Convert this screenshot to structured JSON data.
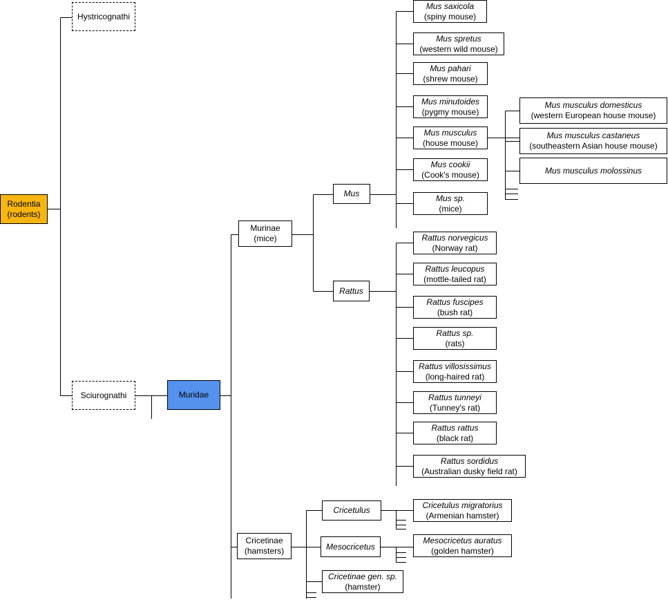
{
  "colors": {
    "root": "#f7b512",
    "highlight": "#5592ee",
    "line": "#000000",
    "background": "#ffffff"
  },
  "nodes": {
    "rodentia": {
      "name": "Rodentia",
      "common": "(rodents)"
    },
    "hystricognathi": {
      "name": "Hystricognathi"
    },
    "sciurognathi": {
      "name": "Sciurognathi"
    },
    "muridae": {
      "name": "Muridae"
    },
    "murinae": {
      "name": "Murinae",
      "common": "(mice)"
    },
    "cricetinae": {
      "name": "Cricetinae",
      "common": "(hamsters)"
    },
    "mus": {
      "name": "Mus"
    },
    "rattus": {
      "name": "Rattus"
    },
    "mus_saxicola": {
      "name": "Mus saxicola",
      "common": "(spiny mouse)"
    },
    "mus_spretus": {
      "name": "Mus spretus",
      "common": "(western wild mouse)"
    },
    "mus_pahari": {
      "name": "Mus pahari",
      "common": "(shrew mouse)"
    },
    "mus_minutoides": {
      "name": "Mus minutoides",
      "common": "(pygmy mouse)"
    },
    "mus_musculus": {
      "name": "Mus musculus",
      "common": "(house mouse)"
    },
    "mus_cookii": {
      "name": "Mus cookii",
      "common": "(Cook's mouse)"
    },
    "mus_sp": {
      "name": "Mus sp.",
      "common": "(mice)"
    },
    "mus_musculus_domesticus": {
      "name": "Mus musculus domesticus",
      "common": "(western European house mouse)"
    },
    "mus_musculus_castaneus": {
      "name": "Mus musculus castaneus",
      "common": "(southeastern Asian house mouse)"
    },
    "mus_musculus_molossinus": {
      "name": "Mus musculus molossinus"
    },
    "rattus_norvegicus": {
      "name": "Rattus norvegicus",
      "common": "(Norway rat)"
    },
    "rattus_leucopus": {
      "name": "Rattus leucopus",
      "common": "(mottle-tailed rat)"
    },
    "rattus_fuscipes": {
      "name": "Rattus fuscipes",
      "common": "(bush rat)"
    },
    "rattus_sp": {
      "name": "Rattus sp.",
      "common": "(rats)"
    },
    "rattus_villosissimus": {
      "name": "Rattus villosissimus",
      "common": "(long-haired rat)"
    },
    "rattus_tunneyi": {
      "name": "Rattus tunneyi",
      "common": "(Tunney's rat)"
    },
    "rattus_rattus": {
      "name": "Rattus rattus",
      "common": "(black rat)"
    },
    "rattus_sordidus": {
      "name": "Rattus sordidus",
      "common": "(Australian dusky field rat)"
    },
    "cricetulus": {
      "name": "Cricetulus"
    },
    "mesocricetus": {
      "name": "Mesocricetus"
    },
    "cricetinae_gen_sp": {
      "name": "Cricetinae gen. sp.",
      "common": "(hamster)"
    },
    "cricetulus_migratorius": {
      "name": "Cricetulus migratorius",
      "common": "(Armenian hamster)"
    },
    "mesocricetus_auratus": {
      "name": "Mesocricetus auratus",
      "common": "(golden hamster)"
    }
  }
}
